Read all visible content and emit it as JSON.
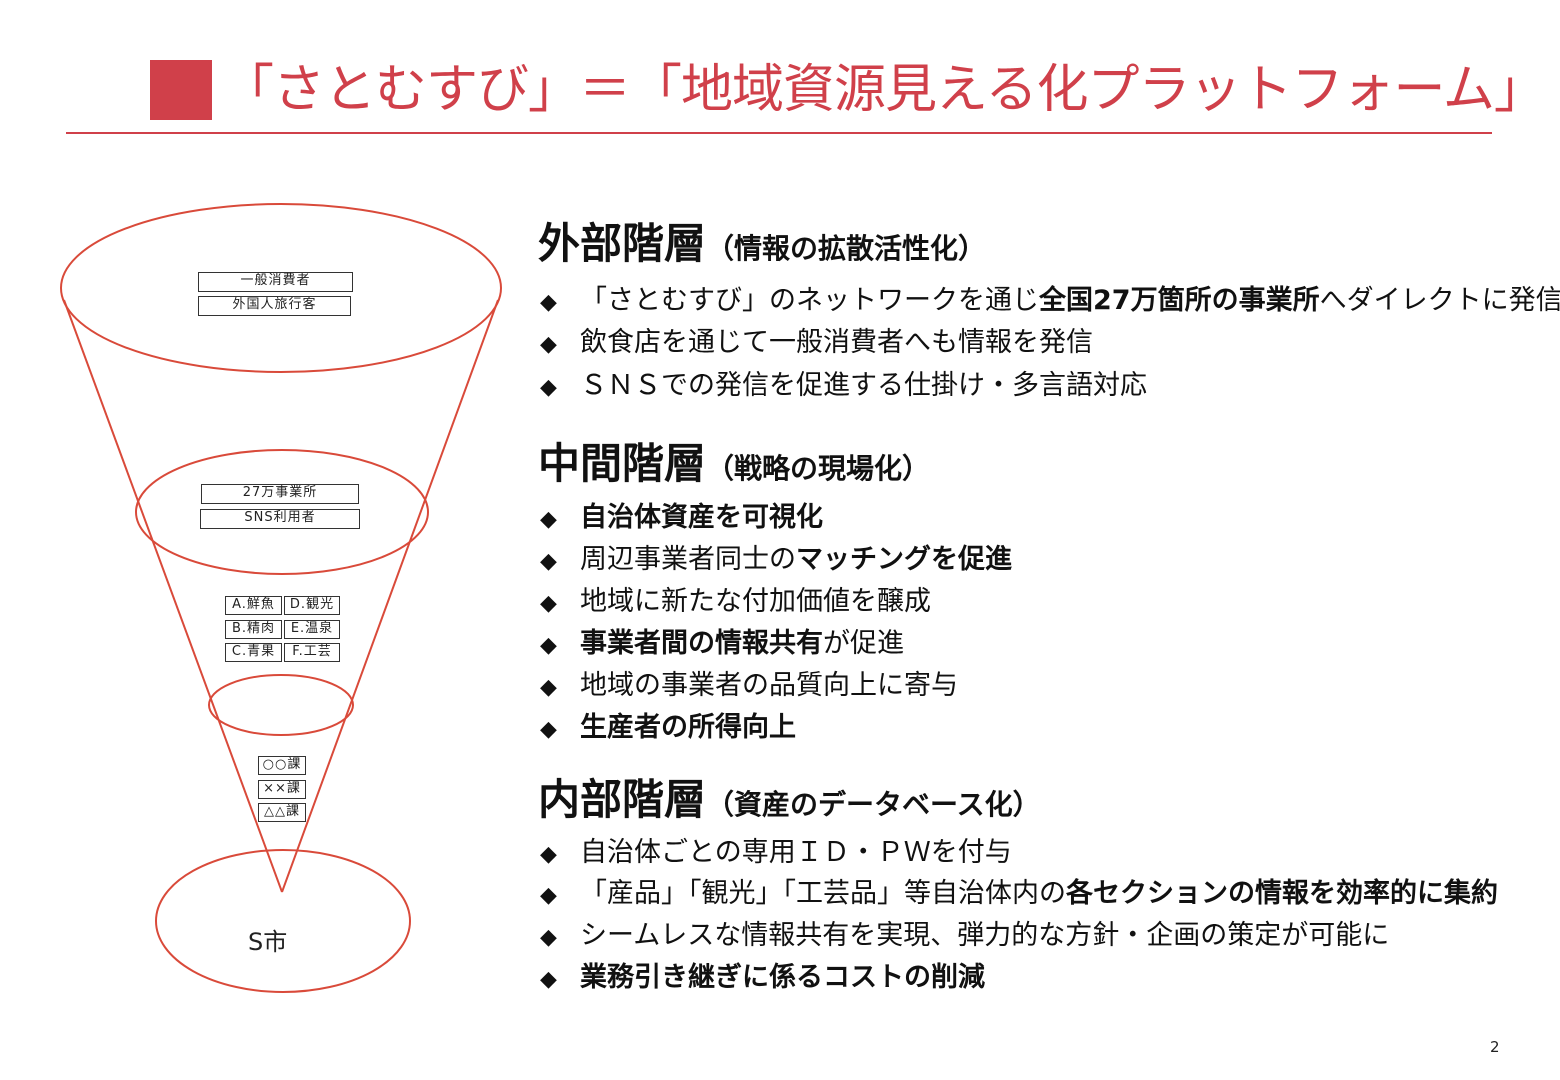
{
  "slide": {
    "title": "「さとむすび」＝「地域資源見える化プラットフォーム」",
    "page_number": "2",
    "accent_color": "#d0404a"
  },
  "diagram": {
    "outer_boxes": [
      "一般消費者",
      "外国人旅行客"
    ],
    "middle_boxes": [
      "27万事業所",
      "SNS利用者"
    ],
    "category_boxes": [
      "A.鮮魚",
      "D.観光",
      "B.精肉",
      "E.温泉",
      "C.青果",
      "F.工芸"
    ],
    "section_boxes": [
      "○○課",
      "××課",
      "△△課"
    ],
    "city_label": "S市"
  },
  "sections": [
    {
      "heading": "外部階層",
      "subheading": "（情報の拡散活性化）",
      "bullets": [
        {
          "marker": "◆",
          "segments": [
            [
              "「さとむすび」のネットワークを通じ",
              false
            ],
            [
              "全国27万箇所の事業所",
              true
            ],
            [
              "へダイレクトに発信",
              false
            ]
          ]
        },
        {
          "marker": "◆",
          "segments": [
            [
              "飲食店を通じて一般消費者へも情報を発信",
              false
            ]
          ]
        },
        {
          "marker": "◆",
          "segments": [
            [
              "ＳＮＳでの発信を促進する仕掛け・多言語対応",
              false
            ]
          ]
        }
      ]
    },
    {
      "heading": "中間階層",
      "subheading": "（戦略の現場化）",
      "bullets": [
        {
          "marker": "◆",
          "segments": [
            [
              "自治体資産を可視化",
              true
            ]
          ]
        },
        {
          "marker": "◆",
          "segments": [
            [
              "周辺事業者同士の",
              false
            ],
            [
              "マッチングを促進",
              true
            ]
          ]
        },
        {
          "marker": "◆",
          "segments": [
            [
              "地域に新たな付加価値を醸成",
              false
            ]
          ]
        },
        {
          "marker": "◆",
          "segments": [
            [
              "事業者間の情報共有",
              true
            ],
            [
              "が促進",
              false
            ]
          ]
        },
        {
          "marker": "◆",
          "segments": [
            [
              "地域の事業者の品質向上に寄与",
              false
            ]
          ]
        },
        {
          "marker": "◆",
          "segments": [
            [
              "生産者の所得向上",
              true
            ]
          ]
        }
      ]
    },
    {
      "heading": "内部階層",
      "subheading": "（資産のデータベース化）",
      "bullets": [
        {
          "marker": "◆",
          "segments": [
            [
              "自治体ごとの専用ＩＤ・ＰＷを付与",
              false
            ]
          ]
        },
        {
          "marker": "◆",
          "segments": [
            [
              "「産品」「観光」「工芸品」等自治体内の",
              false
            ],
            [
              "各セクションの情報を効率的に集約",
              true
            ]
          ]
        },
        {
          "marker": "◆",
          "segments": [
            [
              "シームレスな情報共有を実現、弾力的な方針・企画の策定が可能に",
              false
            ]
          ]
        },
        {
          "marker": "◆",
          "segments": [
            [
              "業務引き継ぎに係るコストの削減",
              true
            ]
          ]
        }
      ]
    }
  ]
}
